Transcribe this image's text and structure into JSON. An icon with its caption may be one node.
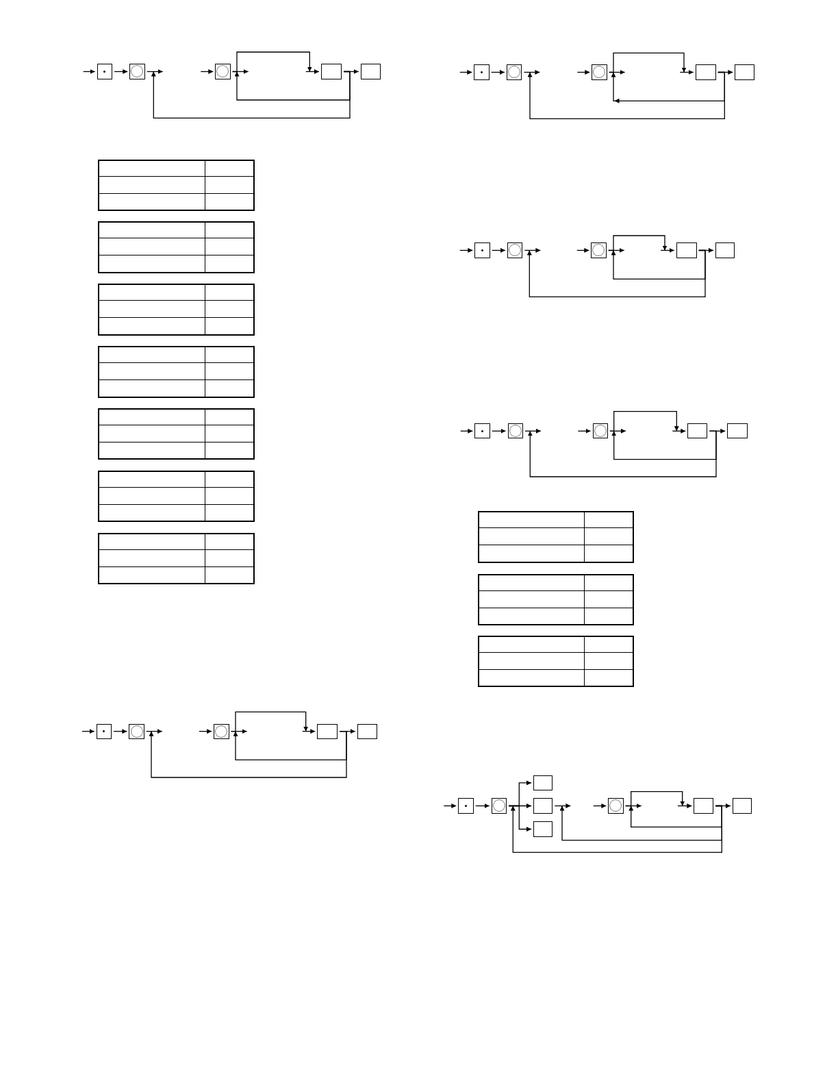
{
  "diagram": {
    "nodes": [
      {
        "text": [],
        "shape": "dot"
      },
      {
        "text": [],
        "shape": "circle"
      },
      {
        "text": [],
        "shape": "circle"
      },
      {
        "text": [],
        "shape": "box"
      },
      {
        "text": [],
        "shape": "box"
      },
      {
        "text": [],
        "shape": "dot"
      },
      {
        "text": [],
        "shape": "circle"
      },
      {
        "text": [],
        "shape": "circle"
      },
      {
        "text": [],
        "shape": "box"
      },
      {
        "text": [],
        "shape": "box"
      },
      {
        "text": [],
        "shape": "table"
      },
      {
        "text": [],
        "shape": "table"
      },
      {
        "text": [],
        "shape": "table"
      },
      {
        "text": [],
        "shape": "table"
      },
      {
        "text": [],
        "shape": "table"
      },
      {
        "text": [],
        "shape": "table"
      },
      {
        "text": [],
        "shape": "table"
      },
      {
        "text": [],
        "shape": "dot"
      },
      {
        "text": [],
        "shape": "circle"
      },
      {
        "text": [],
        "shape": "circle"
      },
      {
        "text": [],
        "shape": "box"
      },
      {
        "text": [],
        "shape": "box"
      },
      {
        "text": [],
        "shape": "dot"
      },
      {
        "text": [],
        "shape": "circle"
      },
      {
        "text": [],
        "shape": "circle"
      },
      {
        "text": [],
        "shape": "box"
      },
      {
        "text": [],
        "shape": "box"
      },
      {
        "text": [],
        "shape": "table"
      },
      {
        "text": [],
        "shape": "table"
      },
      {
        "text": [],
        "shape": "table"
      },
      {
        "text": [],
        "shape": "dot"
      },
      {
        "text": [],
        "shape": "circle"
      },
      {
        "text": [],
        "shape": "circle"
      },
      {
        "text": [],
        "shape": "box"
      },
      {
        "text": [],
        "shape": "box"
      },
      {
        "text": [],
        "shape": "dot"
      },
      {
        "text": [],
        "shape": "circle"
      },
      {
        "text": [],
        "shape": "box"
      },
      {
        "text": [],
        "shape": "box"
      },
      {
        "text": [],
        "shape": "box"
      },
      {
        "text": [],
        "shape": "circle"
      },
      {
        "text": [],
        "shape": "box"
      },
      {
        "text": [],
        "shape": "box"
      }
    ],
    "edges": [
      {
        "from": null,
        "to": 0,
        "arrow": "to"
      },
      {
        "from": 0,
        "to": 1,
        "arrow": "to"
      },
      {
        "from": 1,
        "to": null,
        "arrow": "to"
      },
      {
        "from": null,
        "to": 2,
        "arrow": "to"
      },
      {
        "from": 2,
        "to": null,
        "arrow": "to"
      },
      {
        "from": 2,
        "to": 3,
        "arrow": "to"
      },
      {
        "from": null,
        "to": 3,
        "arrow": "to"
      },
      {
        "from": 3,
        "to": 4,
        "arrow": "to"
      },
      {
        "from": 3,
        "to": 2,
        "arrow": "to"
      },
      {
        "from": 3,
        "to": 1,
        "arrow": "to"
      },
      {
        "from": null,
        "to": 5,
        "arrow": "to"
      },
      {
        "from": 5,
        "to": 6,
        "arrow": "to"
      },
      {
        "from": 6,
        "to": null,
        "arrow": "to"
      },
      {
        "from": null,
        "to": 7,
        "arrow": "to"
      },
      {
        "from": 7,
        "to": null,
        "arrow": "to"
      },
      {
        "from": 7,
        "to": 8,
        "arrow": "to"
      },
      {
        "from": null,
        "to": 8,
        "arrow": "to"
      },
      {
        "from": 8,
        "to": 9,
        "arrow": "to"
      },
      {
        "from": 8,
        "to": 7,
        "arrow": "to"
      },
      {
        "from": 8,
        "to": 6,
        "arrow": "to"
      },
      {
        "from": null,
        "to": 17,
        "arrow": "to"
      },
      {
        "from": 17,
        "to": 18,
        "arrow": "to"
      },
      {
        "from": 18,
        "to": null,
        "arrow": "to"
      },
      {
        "from": null,
        "to": 19,
        "arrow": "to"
      },
      {
        "from": 19,
        "to": null,
        "arrow": "to"
      },
      {
        "from": 19,
        "to": 20,
        "arrow": "to"
      },
      {
        "from": null,
        "to": 20,
        "arrow": "to"
      },
      {
        "from": 20,
        "to": 21,
        "arrow": "to"
      },
      {
        "from": 20,
        "to": 19,
        "arrow": "to"
      },
      {
        "from": 20,
        "to": 18,
        "arrow": "to"
      },
      {
        "from": null,
        "to": 22,
        "arrow": "to"
      },
      {
        "from": 22,
        "to": 23,
        "arrow": "to"
      },
      {
        "from": 23,
        "to": null,
        "arrow": "to"
      },
      {
        "from": null,
        "to": 24,
        "arrow": "to"
      },
      {
        "from": 24,
        "to": null,
        "arrow": "to"
      },
      {
        "from": 24,
        "to": 25,
        "arrow": "to"
      },
      {
        "from": null,
        "to": 25,
        "arrow": "to"
      },
      {
        "from": 25,
        "to": 26,
        "arrow": "to"
      },
      {
        "from": 25,
        "to": 24,
        "arrow": "to"
      },
      {
        "from": 25,
        "to": 23,
        "arrow": "to"
      },
      {
        "from": null,
        "to": 30,
        "arrow": "to"
      },
      {
        "from": 30,
        "to": 31,
        "arrow": "to"
      },
      {
        "from": 31,
        "to": null,
        "arrow": "to"
      },
      {
        "from": null,
        "to": 32,
        "arrow": "to"
      },
      {
        "from": 32,
        "to": null,
        "arrow": "to"
      },
      {
        "from": 32,
        "to": 33,
        "arrow": "to"
      },
      {
        "from": null,
        "to": 33,
        "arrow": "to"
      },
      {
        "from": 33,
        "to": 34,
        "arrow": "to"
      },
      {
        "from": 33,
        "to": 32,
        "arrow": "to"
      },
      {
        "from": 33,
        "to": 31,
        "arrow": "to"
      },
      {
        "from": null,
        "to": 35,
        "arrow": "to"
      },
      {
        "from": 35,
        "to": 36,
        "arrow": "to"
      },
      {
        "from": 36,
        "to": 37,
        "arrow": "to"
      },
      {
        "from": 36,
        "to": 38,
        "arrow": "to"
      },
      {
        "from": 36,
        "to": 39,
        "arrow": "to"
      },
      {
        "from": 38,
        "to": null,
        "arrow": "to"
      },
      {
        "from": null,
        "to": 40,
        "arrow": "to"
      },
      {
        "from": 40,
        "to": null,
        "arrow": "to"
      },
      {
        "from": 40,
        "to": 41,
        "arrow": "to"
      },
      {
        "from": null,
        "to": 41,
        "arrow": "to"
      },
      {
        "from": 41,
        "to": 42,
        "arrow": "to"
      },
      {
        "from": 41,
        "to": 40,
        "arrow": "to"
      },
      {
        "from": 41,
        "to": 38,
        "arrow": "to"
      },
      {
        "from": 41,
        "to": 36,
        "arrow": "to"
      }
    ]
  }
}
